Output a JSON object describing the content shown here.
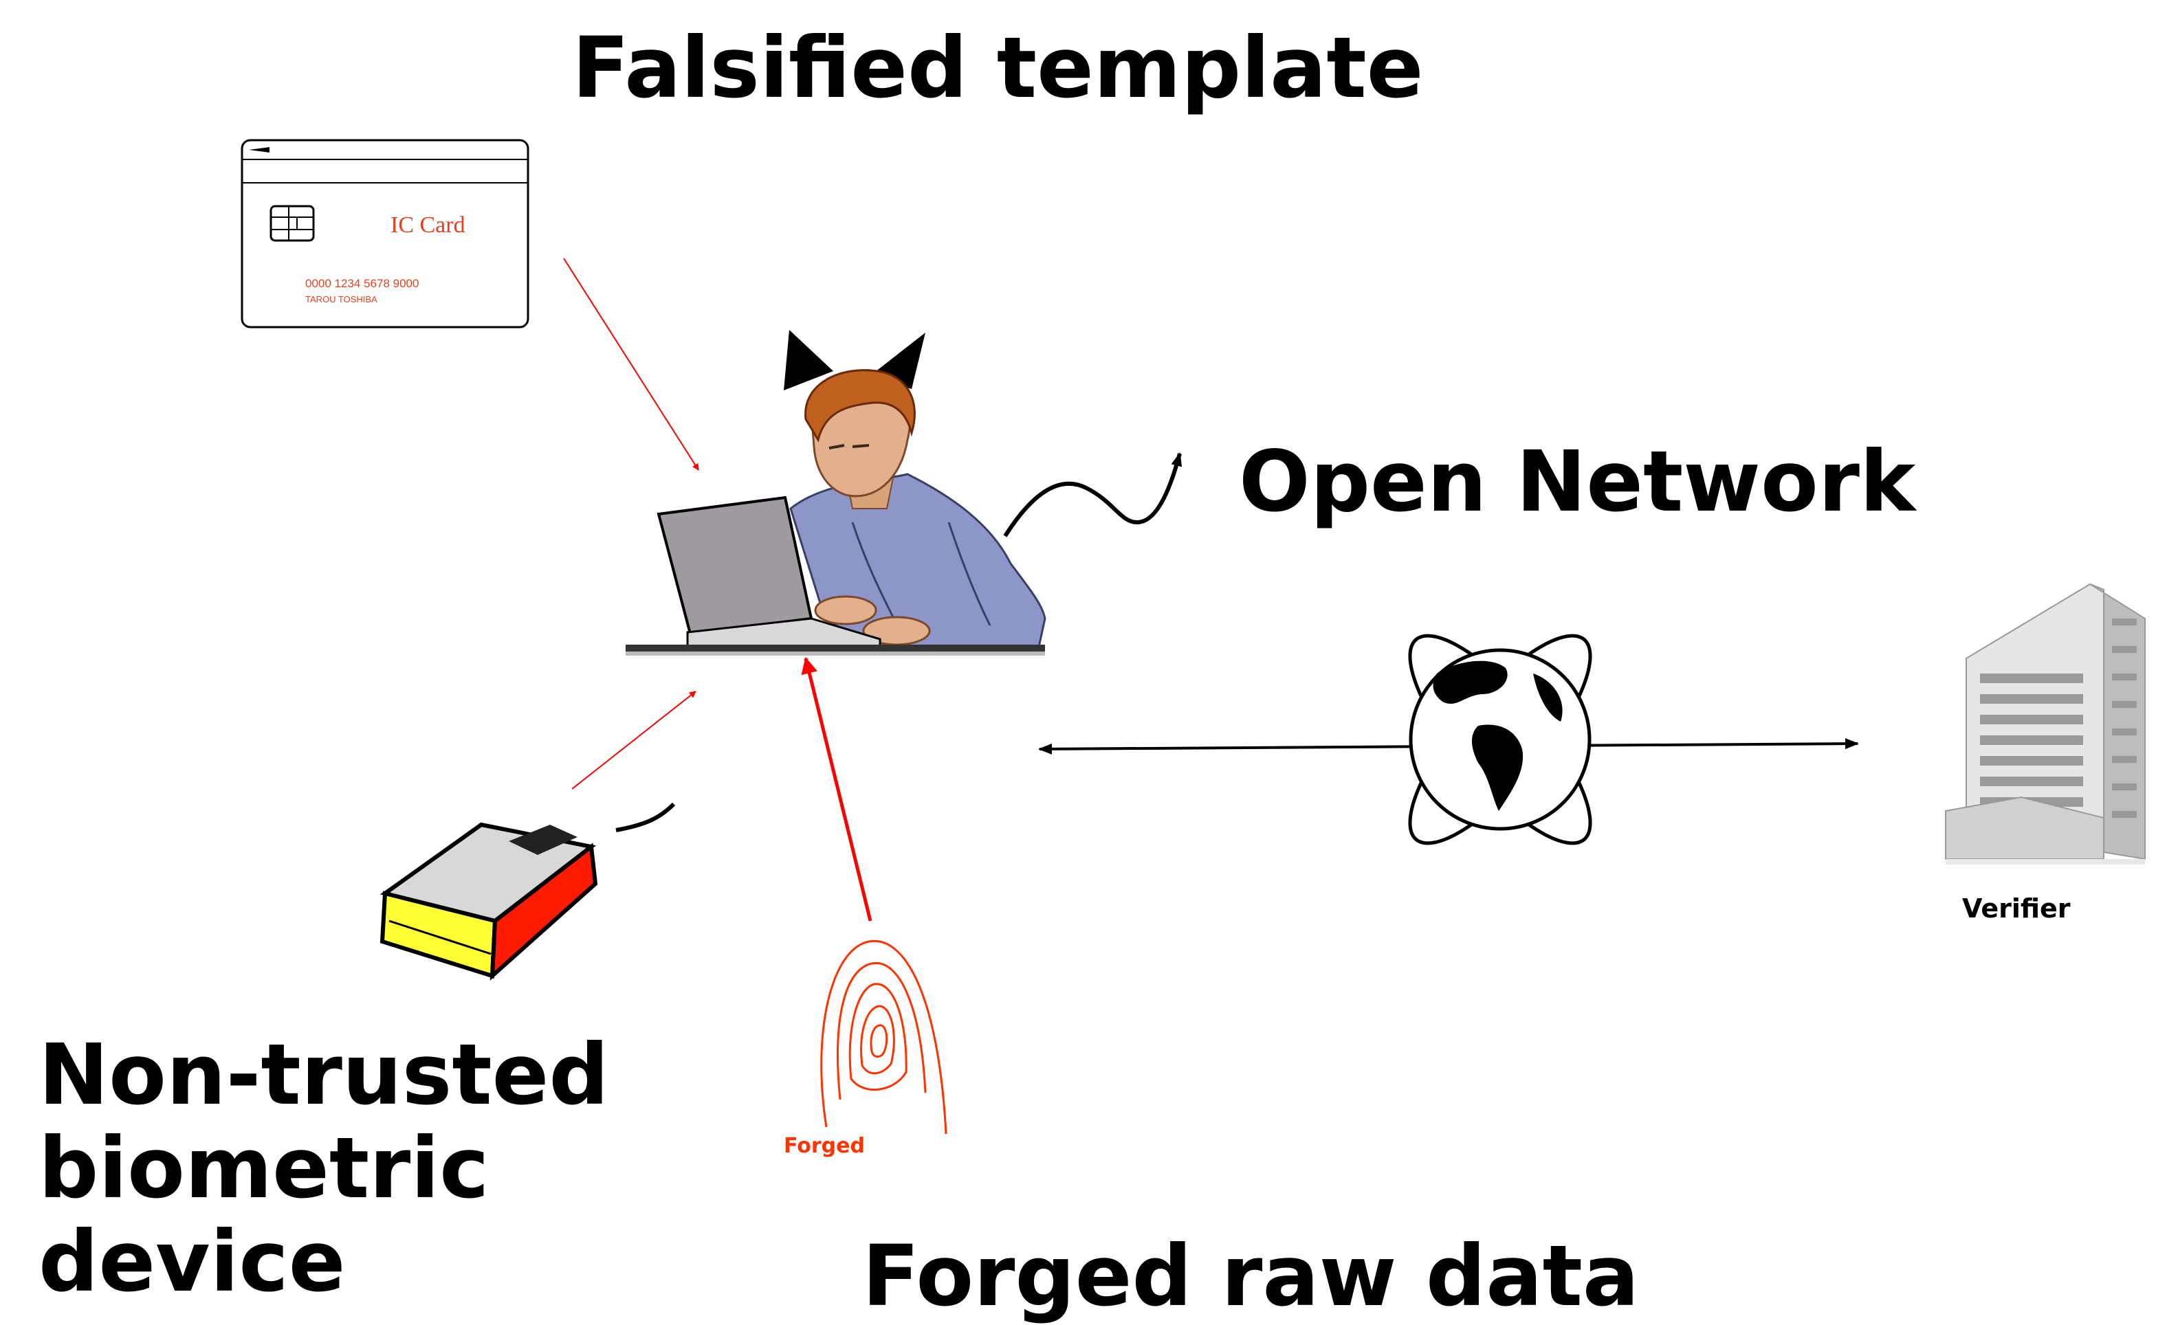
{
  "labels": {
    "falsified_template": "Falsified template",
    "open_network": "Open Network",
    "non_trusted_device": "Non-trusted\nbiometric\ndevice",
    "forged_raw_data": "Forged raw data",
    "verifier": "Verifier",
    "forged": "Forged"
  },
  "ic_card": {
    "title": "IC Card",
    "number": "0000 1234 5678 9000",
    "holder": "TAROU TOSHIBA"
  },
  "colors": {
    "attack_arrow": "#ff0000",
    "card_text": "#e8401c",
    "fingerprint": "#ff3300",
    "reader_red": "#ff1a00",
    "reader_yellow": "#ffff33"
  },
  "icons": [
    "ic-card-icon",
    "attacker-laptop-icon",
    "horns-icon",
    "tail-icon",
    "biometric-reader-icon",
    "fingerprint-icon",
    "globe-icon",
    "building-icon"
  ]
}
